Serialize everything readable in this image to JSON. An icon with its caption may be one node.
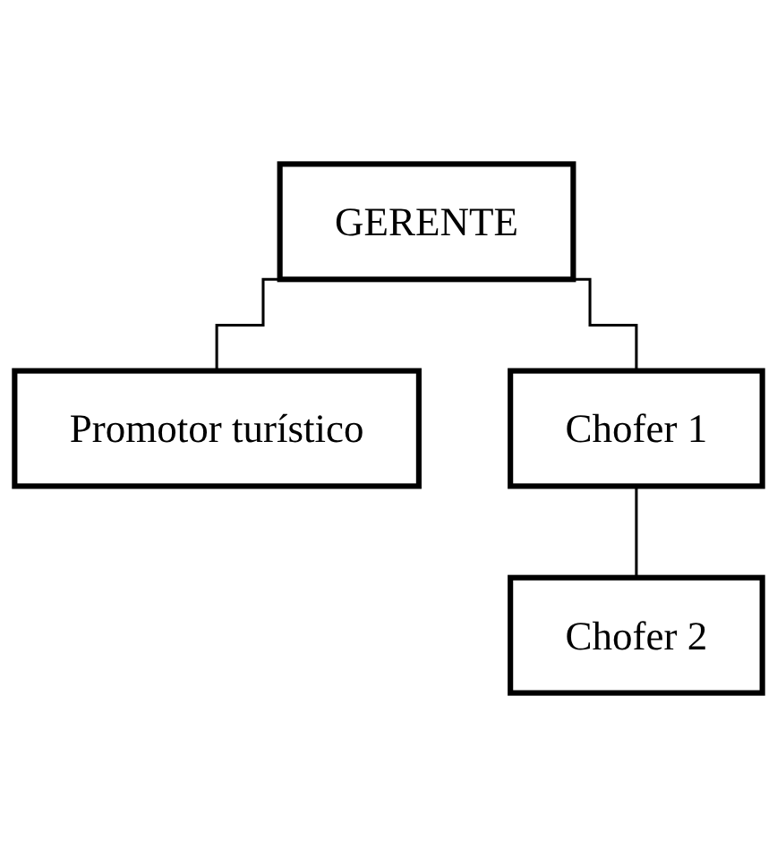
{
  "diagram": {
    "nodes": [
      {
        "text": [
          "GERENTE"
        ]
      },
      {
        "text": [
          "Promotor turístico"
        ]
      },
      {
        "text": [
          "Chofer 1"
        ]
      },
      {
        "text": [
          "Chofer 2"
        ]
      }
    ],
    "edges": [
      {
        "from": 0,
        "to": 1,
        "arrow": "none"
      },
      {
        "from": 0,
        "to": 2,
        "arrow": "none"
      },
      {
        "from": 2,
        "to": 3,
        "arrow": "none"
      }
    ]
  }
}
